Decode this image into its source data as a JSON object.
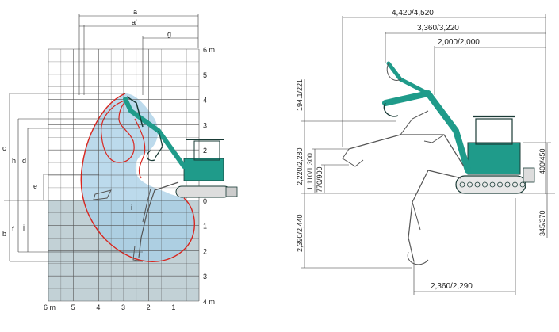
{
  "left_diagram": {
    "top_labels": [
      "a",
      "a'",
      "g"
    ],
    "side_labels": [
      "c",
      "h",
      "d",
      "e",
      "f",
      "b",
      "j"
    ],
    "center_label": "i",
    "grid_right_labels": [
      "6 m",
      "5",
      "4",
      "3",
      "2",
      "1",
      "0",
      "1",
      "2",
      "3",
      "4 m"
    ],
    "grid_bottom_labels": [
      "6 m",
      "5",
      "4",
      "3",
      "2",
      "1"
    ]
  },
  "right_diagram": {
    "top_dims": [
      "4,420/4,520",
      "3,360/3,220",
      "2,000/2,000"
    ],
    "left_dims": [
      "194.1/221",
      "2,220/2,280",
      "1,110/1,300",
      "770/900",
      "2,390/2,440"
    ],
    "right_dims": [
      "400/450",
      "345/370"
    ],
    "bottom_dim": "2,360/2,290"
  },
  "colors": {
    "machine_teal": "#1f9b8a",
    "machine_dark": "#2a3b3a",
    "envelope_red": "#d8261f",
    "fill_blue": "#a6cde6",
    "fill_grey": "#c2d1d6",
    "grid": "#555555"
  }
}
